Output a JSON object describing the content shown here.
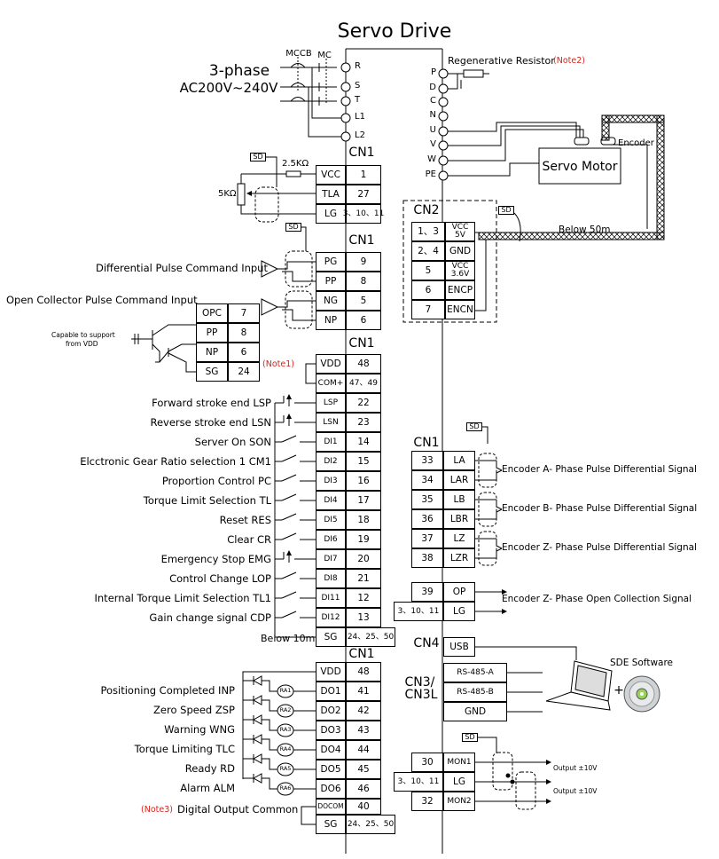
{
  "title": "Servo Drive",
  "power": {
    "phase": "3-phase",
    "voltage": "AC200V~240V",
    "mccb": "MCCB",
    "mc": "MC",
    "terminals": [
      "R",
      "S",
      "T",
      "L1",
      "L2"
    ]
  },
  "regen": {
    "label": "Regenerative Resistor",
    "note": "(Note2)",
    "terminals": [
      "P",
      "D",
      "C",
      "N",
      "U",
      "V",
      "W",
      "PE"
    ]
  },
  "motor": {
    "label": "Servo Motor",
    "encoder": "Encoder",
    "below": "Below 50m"
  },
  "sd": "SD",
  "cn1_label": "CN1",
  "cn2_label": "CN2",
  "cn4_label": "CN4",
  "cn3_label": "CN3/\nCN3L",
  "analog": {
    "resistor": "2.5KΩ",
    "pot": "5KΩ",
    "rows": [
      {
        "name": "VCC",
        "pin": "1"
      },
      {
        "name": "TLA",
        "pin": "27"
      },
      {
        "name": "LG",
        "pin": "3、10、11"
      }
    ]
  },
  "diff_pulse": {
    "label": "Differential Pulse Command Input",
    "rows": [
      {
        "name": "PG",
        "pin": "9"
      },
      {
        "name": "PP",
        "pin": "8"
      },
      {
        "name": "NG",
        "pin": "5"
      },
      {
        "name": "NP",
        "pin": "6"
      }
    ]
  },
  "oc_pulse": {
    "label": "Open Collector Pulse Command Input",
    "support1": "Capable to support",
    "support2": "from VDD",
    "rows": [
      {
        "name": "OPC",
        "pin": "7"
      },
      {
        "name": "PP",
        "pin": "8"
      },
      {
        "name": "NP",
        "pin": "6"
      },
      {
        "name": "SG",
        "pin": "24"
      }
    ]
  },
  "cn2": {
    "rows": [
      {
        "pin": "1、3",
        "name": "VCC\n5V"
      },
      {
        "pin": "2、4",
        "name": "GND"
      },
      {
        "pin": "5",
        "name": "VCC\n3.6V"
      },
      {
        "pin": "6",
        "name": "ENCP"
      },
      {
        "pin": "7",
        "name": "ENCN"
      }
    ]
  },
  "inputs": {
    "note1": "(Note1)",
    "vdd": {
      "name": "VDD",
      "pin": "48"
    },
    "com": {
      "name": "COM+",
      "pin": "47、49"
    },
    "sg": {
      "name": "SG",
      "pin": "24、25、50"
    },
    "below": "Below 10m",
    "rows": [
      {
        "label": "Forward stroke end  LSP",
        "name": "LSP",
        "pin": "22"
      },
      {
        "label": "Reverse stroke end  LSN",
        "name": "LSN",
        "pin": "23"
      },
      {
        "label": "Server On  SON",
        "name": "DI1",
        "pin": "14"
      },
      {
        "label": "Elcctronic Gear Ratio selection 1  CM1",
        "name": "DI2",
        "pin": "15"
      },
      {
        "label": "Proportion Control  PC",
        "name": "DI3",
        "pin": "16"
      },
      {
        "label": "Torque Limit Selection  TL",
        "name": "DI4",
        "pin": "17"
      },
      {
        "label": "Reset  RES",
        "name": "DI5",
        "pin": "18"
      },
      {
        "label": "Clear  CR",
        "name": "DI6",
        "pin": "19"
      },
      {
        "label": "Emergency Stop  EMG",
        "name": "DI7",
        "pin": "20"
      },
      {
        "label": "Control Change  LOP",
        "name": "DI8",
        "pin": "21"
      },
      {
        "label": "Internal Torque Limit Selection  TL1",
        "name": "DI11",
        "pin": "12"
      },
      {
        "label": "Gain change signal  CDP",
        "name": "DI12",
        "pin": "13"
      }
    ]
  },
  "encoder_out": {
    "rows": [
      {
        "pin": "33",
        "name": "LA"
      },
      {
        "pin": "34",
        "name": "LAR"
      },
      {
        "pin": "35",
        "name": "LB"
      },
      {
        "pin": "36",
        "name": "LBR"
      },
      {
        "pin": "37",
        "name": "LZ"
      },
      {
        "pin": "38",
        "name": "LZR"
      }
    ],
    "labels": [
      "Encoder A- Phase Pulse Differential Signal",
      "Encoder B- Phase Pulse Differential Signal",
      "Encoder Z- Phase Pulse Differential Signal"
    ],
    "op": {
      "pin": "39",
      "name": "OP"
    },
    "lg": {
      "pin": "3、10、11",
      "name": "LG"
    },
    "op_label": "Encoder Z- Phase Open Collection Signal"
  },
  "comm": {
    "usb": "USB",
    "rs485a": "RS-485-A",
    "rs485b": "RS-485-B",
    "gnd": "GND",
    "software": "SDE Software",
    "plus": "+"
  },
  "outputs": {
    "vdd": {
      "name": "VDD",
      "pin": "48"
    },
    "rows": [
      {
        "label": "Positioning Completed  INP",
        "ra": "RA1",
        "name": "DO1",
        "pin": "41"
      },
      {
        "label": "Zero Speed  ZSP",
        "ra": "RA2",
        "name": "DO2",
        "pin": "42"
      },
      {
        "label": "Warning  WNG",
        "ra": "RA3",
        "name": "DO3",
        "pin": "43"
      },
      {
        "label": "Torque Limiting  TLC",
        "ra": "RA4",
        "name": "DO4",
        "pin": "44"
      },
      {
        "label": "Ready  RD",
        "ra": "RA5",
        "name": "DO5",
        "pin": "45"
      },
      {
        "label": "Alarm  ALM",
        "ra": "RA6",
        "name": "DO6",
        "pin": "46"
      }
    ],
    "docom": {
      "name": "DOCOM",
      "pin": "40"
    },
    "note3": "(Note3)",
    "docom_label": "Digital Output Common",
    "sg": {
      "name": "SG",
      "pin": "24、25、50"
    }
  },
  "monitor": {
    "rows": [
      {
        "pin": "30",
        "name": "MON1"
      },
      {
        "pin": "3、10、11",
        "name": "LG"
      },
      {
        "pin": "32",
        "name": "MON2"
      }
    ],
    "out1": "Output ±10V",
    "out2": "Output ±10V"
  }
}
